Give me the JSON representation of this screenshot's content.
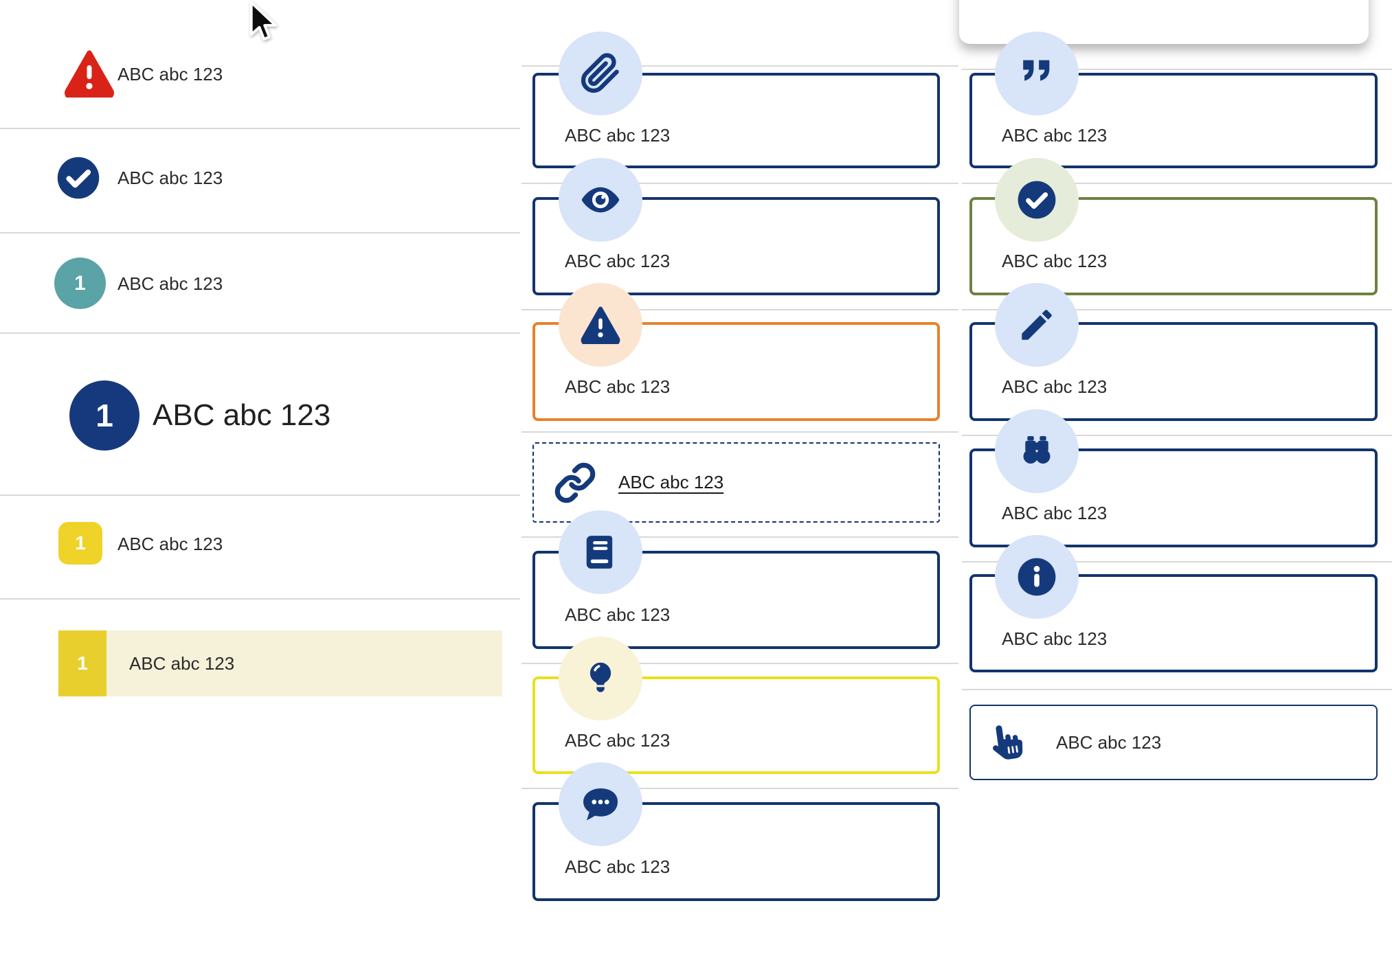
{
  "palette": {
    "navy_icon": "#153A7C",
    "navy_border": "#12346D",
    "red": "#DA2318",
    "teal": "#5AA3A6",
    "yellow_badge": "#EFD329",
    "yellow_card_border": "#E9E01F",
    "orange_card_border": "#E8812D",
    "olive_card_border": "#6E8142",
    "icon_circle_blue": "#D8E4F8",
    "icon_circle_peach": "#FBE5D1",
    "icon_circle_pale_yellow": "#F8F2D7",
    "icon_circle_pale_green": "#E6ECDA",
    "row_highlight": "#F6F1D9",
    "divider_grey": "#D8D8D8",
    "text": "#2B2B2B"
  },
  "left_list": {
    "rows": [
      {
        "icon": "warning-triangle",
        "label": "ABC abc 123"
      },
      {
        "icon": "check-circle",
        "label": "ABC abc 123"
      },
      {
        "icon": "numbered-badge-teal",
        "badge": "1",
        "label": "ABC abc 123"
      },
      {
        "icon": "numbered-badge-navy",
        "badge": "1",
        "label": "ABC abc 123"
      },
      {
        "icon": "numbered-badge-yellow",
        "badge": "1",
        "label": "ABC abc 123"
      },
      {
        "icon": "numbered-badge-yellow-highlighted",
        "badge": "1",
        "label": "ABC abc 123"
      }
    ]
  },
  "middle_cards": [
    {
      "icon": "paperclip",
      "label": "ABC abc 123",
      "border": "navy"
    },
    {
      "icon": "eye",
      "label": "ABC abc 123",
      "border": "navy"
    },
    {
      "icon": "warning-triangle",
      "label": "ABC abc 123",
      "border": "orange"
    },
    {
      "icon": "link",
      "label": "ABC abc 123",
      "border": "dashed-navy"
    },
    {
      "icon": "book",
      "label": "ABC abc 123",
      "border": "navy"
    },
    {
      "icon": "lightbulb",
      "label": "ABC abc 123",
      "border": "yellow"
    },
    {
      "icon": "chat-bubble",
      "label": "ABC abc 123",
      "border": "navy"
    }
  ],
  "right_cards": [
    {
      "icon": "quote",
      "label": "ABC abc 123",
      "border": "navy"
    },
    {
      "icon": "check-circle",
      "label": "ABC abc 123",
      "border": "olive"
    },
    {
      "icon": "pencil",
      "label": "ABC abc 123",
      "border": "navy"
    },
    {
      "icon": "binoculars",
      "label": "ABC abc 123",
      "border": "navy"
    },
    {
      "icon": "info",
      "label": "ABC abc 123",
      "border": "navy"
    },
    {
      "icon": "hand-pointer",
      "label": "ABC abc 123",
      "border": "navy-thin"
    }
  ]
}
